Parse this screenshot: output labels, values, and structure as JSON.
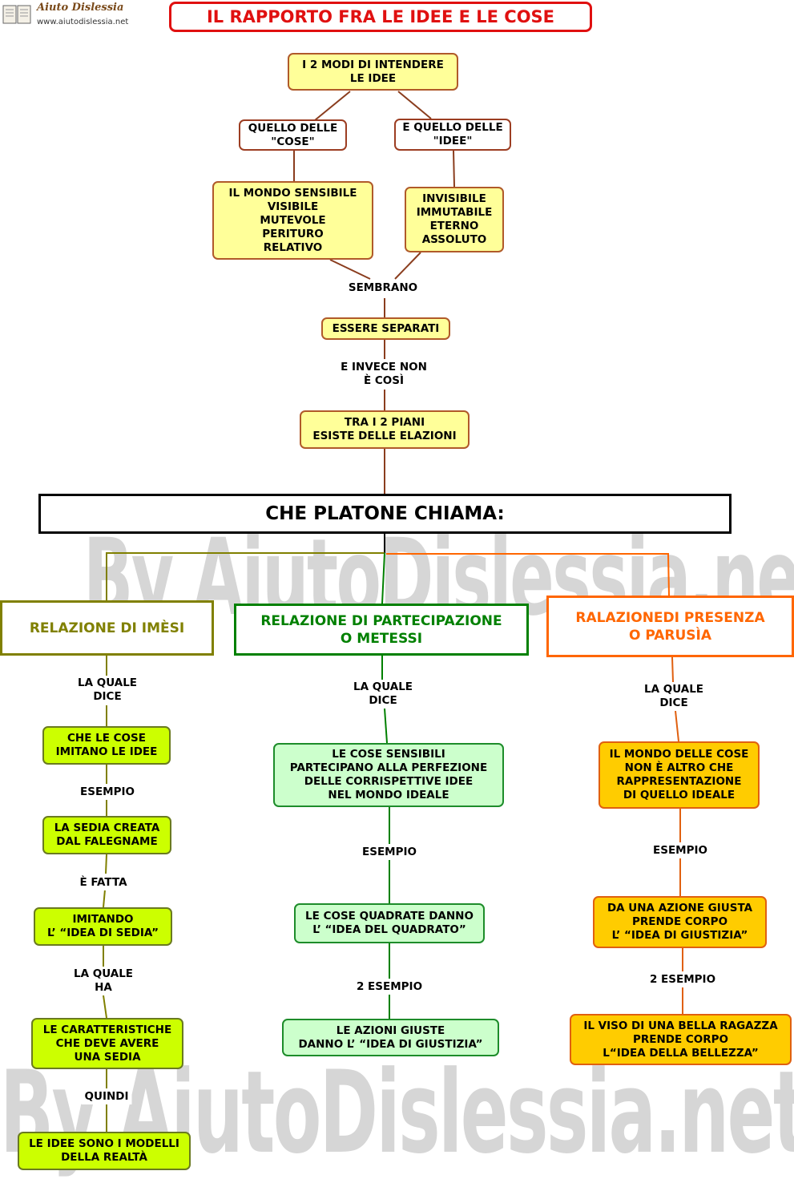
{
  "site": {
    "name": "Aiuto Dislessia",
    "url": "www.aiutodislessia.net"
  },
  "title": "IL RAPPORTO FRA LE IDEE E LE COSE",
  "watermark": "By AiutoDislessia.net",
  "colors": {
    "title_red": "#e01010",
    "olive": "#808000",
    "green": "#008000",
    "orange": "#ff6600"
  },
  "nodes": {
    "modi": "I 2 MODI DI INTENDERE\nLE IDEE",
    "quello_cose": "QUELLO DELLE\n\"COSE\"",
    "quello_idee": "E QUELLO DELLE\n\"IDEE\"",
    "mondo_sensibile": "IL MONDO SENSIBILE\nVISIBILE\nMUTEVOLE\nPERITURO\nRELATIVO",
    "invisibile": "INVISIBILE\nIMMUTABILE\nETERNO\nASSOLUTO",
    "separati": "ESSERE SEPARATI",
    "relazioni": "TRA I 2 PIANI\nESISTE DELLE ELAZIONI",
    "platone": "CHE PLATONE CHIAMA:",
    "imesi": "RELAZIONE DI IMÈSI",
    "metessi": "RELAZIONE DI PARTECIPAZIONE\nO METESSI",
    "parusia": "RALAZIONEDI PRESENZA\nO PARUSÌA",
    "imitano": "CHE LE COSE\nIMITANO LE IDEE",
    "sedia": "LA SEDIA CREATA\nDAL FALEGNAME",
    "imitando": "IMITANDO\nL’ “IDEA DI SEDIA”",
    "caratteristiche": "LE CARATTERISTICHE\nCHE DEVE AVERE\nUNA SEDIA",
    "modelli": "LE IDEE SONO I MODELLI\nDELLA REALTÀ",
    "partecipano": "LE COSE SENSIBILI\nPARTECIPANO ALLA PERFEZIONE\nDELLE CORRISPETTIVE IDEE\nNEL MONDO IDEALE",
    "quadrate": "LE COSE QUADRATE DANNO\nL’ “IDEA DEL QUADRATO”",
    "azioni": "LE AZIONI GIUSTE\nDANNO L’ “IDEA DI GIUSTIZIA”",
    "mondo_cose": "IL MONDO DELLE COSE\nNON È  ALTRO CHE\nRAPPRESENTAZIONE\nDI QUELLO IDEALE",
    "azione_giusta": "DA UNA AZIONE GIUSTA\nPRENDE CORPO\nL’ “IDEA DI GIUSTIZIA”",
    "viso": "IL VISO DI UNA BELLA RAGAZZA\nPRENDE CORPO\nL“IDEA DELLA BELLEZZA”"
  },
  "labels": {
    "sembrano": "SEMBRANO",
    "invece": "E INVECE NON\nÈ COSÌ",
    "quale_dice_1": "LA QUALE\nDICE",
    "esempio_1": "ESEMPIO",
    "e_fatta": "È FATTA",
    "quale_ha": "LA QUALE\nHA",
    "quindi": "QUINDI",
    "quale_dice_2": "LA QUALE\nDICE",
    "esempio_2": "ESEMPIO",
    "esempio2_2": "2 ESEMPIO",
    "quale_dice_3": "LA QUALE\nDICE",
    "esempio_3": "ESEMPIO",
    "esempio2_3": "2 ESEMPIO"
  }
}
